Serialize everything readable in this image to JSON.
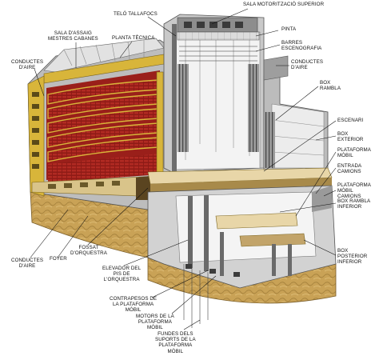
{
  "labels": {
    "sala_motoritzacio": [
      "SALA MOTORITZACIÓ SUPERIOR"
    ],
    "telo_tallafocs": [
      "TELÓ TALLAFOCS"
    ],
    "sala_assaig": [
      "SALA D'ASSAIG",
      "MESTRES CABANES"
    ],
    "planta_tecnica": [
      "PLANTA TÈCNICA"
    ],
    "pinta": [
      "PINTA"
    ],
    "barres": [
      "BARRES",
      "ESCENOGRAFIA"
    ],
    "conductes_aire_top": [
      "CONDUCTES",
      "D'AIRE"
    ],
    "conductes_aire_right": [
      "CONDUCTES",
      "D'AIRE"
    ],
    "box_rambla": [
      "BOX",
      "RAMBLA"
    ],
    "escenari": [
      "ESCENARI"
    ],
    "box_exterior": [
      "BOX",
      "EXTERIOR"
    ],
    "plataforma_mobil": [
      "PLATAFORMA",
      "MÒBIL"
    ],
    "entrada_camions": [
      "ENTRADA",
      "CAMIONS"
    ],
    "plataforma_mobil_camions": [
      "PLATAFORMA",
      "MÒBIL",
      "CAMIONS"
    ],
    "box_rambla_inferior": [
      "BOX RAMBLA",
      "INFERIOR"
    ],
    "box_posterior_inferior": [
      "BOX",
      "POSTERIOR",
      "INFERIOR"
    ],
    "conductes_aire_bottom": [
      "CONDUCTES",
      "D'AIRE"
    ],
    "foyer": [
      "FOYER"
    ],
    "fossat": [
      "FOSSAT",
      "D'ORQUESTRA"
    ],
    "elevador": [
      "ELEVADOR DEL",
      "PIS DE",
      "L'ORQUESTRA"
    ],
    "contrapesos": [
      "CONTRAPESOS DE",
      "LA PLATAFORMA",
      "MÒBIL"
    ],
    "motors": [
      "MOTORS DE LA",
      "PLATAFORMA",
      "MÒBIL"
    ],
    "fundes": [
      "FUNDES DELS",
      "SUPORTS DE LA",
      "PLATAFORMA",
      "MÒBIL"
    ]
  },
  "colors": {
    "auditorium_red": "#9a1f1a",
    "gold": "#d8b53a",
    "rock": "#c9a256",
    "concrete": "#c9c9c9",
    "dark_wall": "#5a5a5a",
    "stage_floor": "#e8d6a8",
    "leader_line": "#111111"
  }
}
